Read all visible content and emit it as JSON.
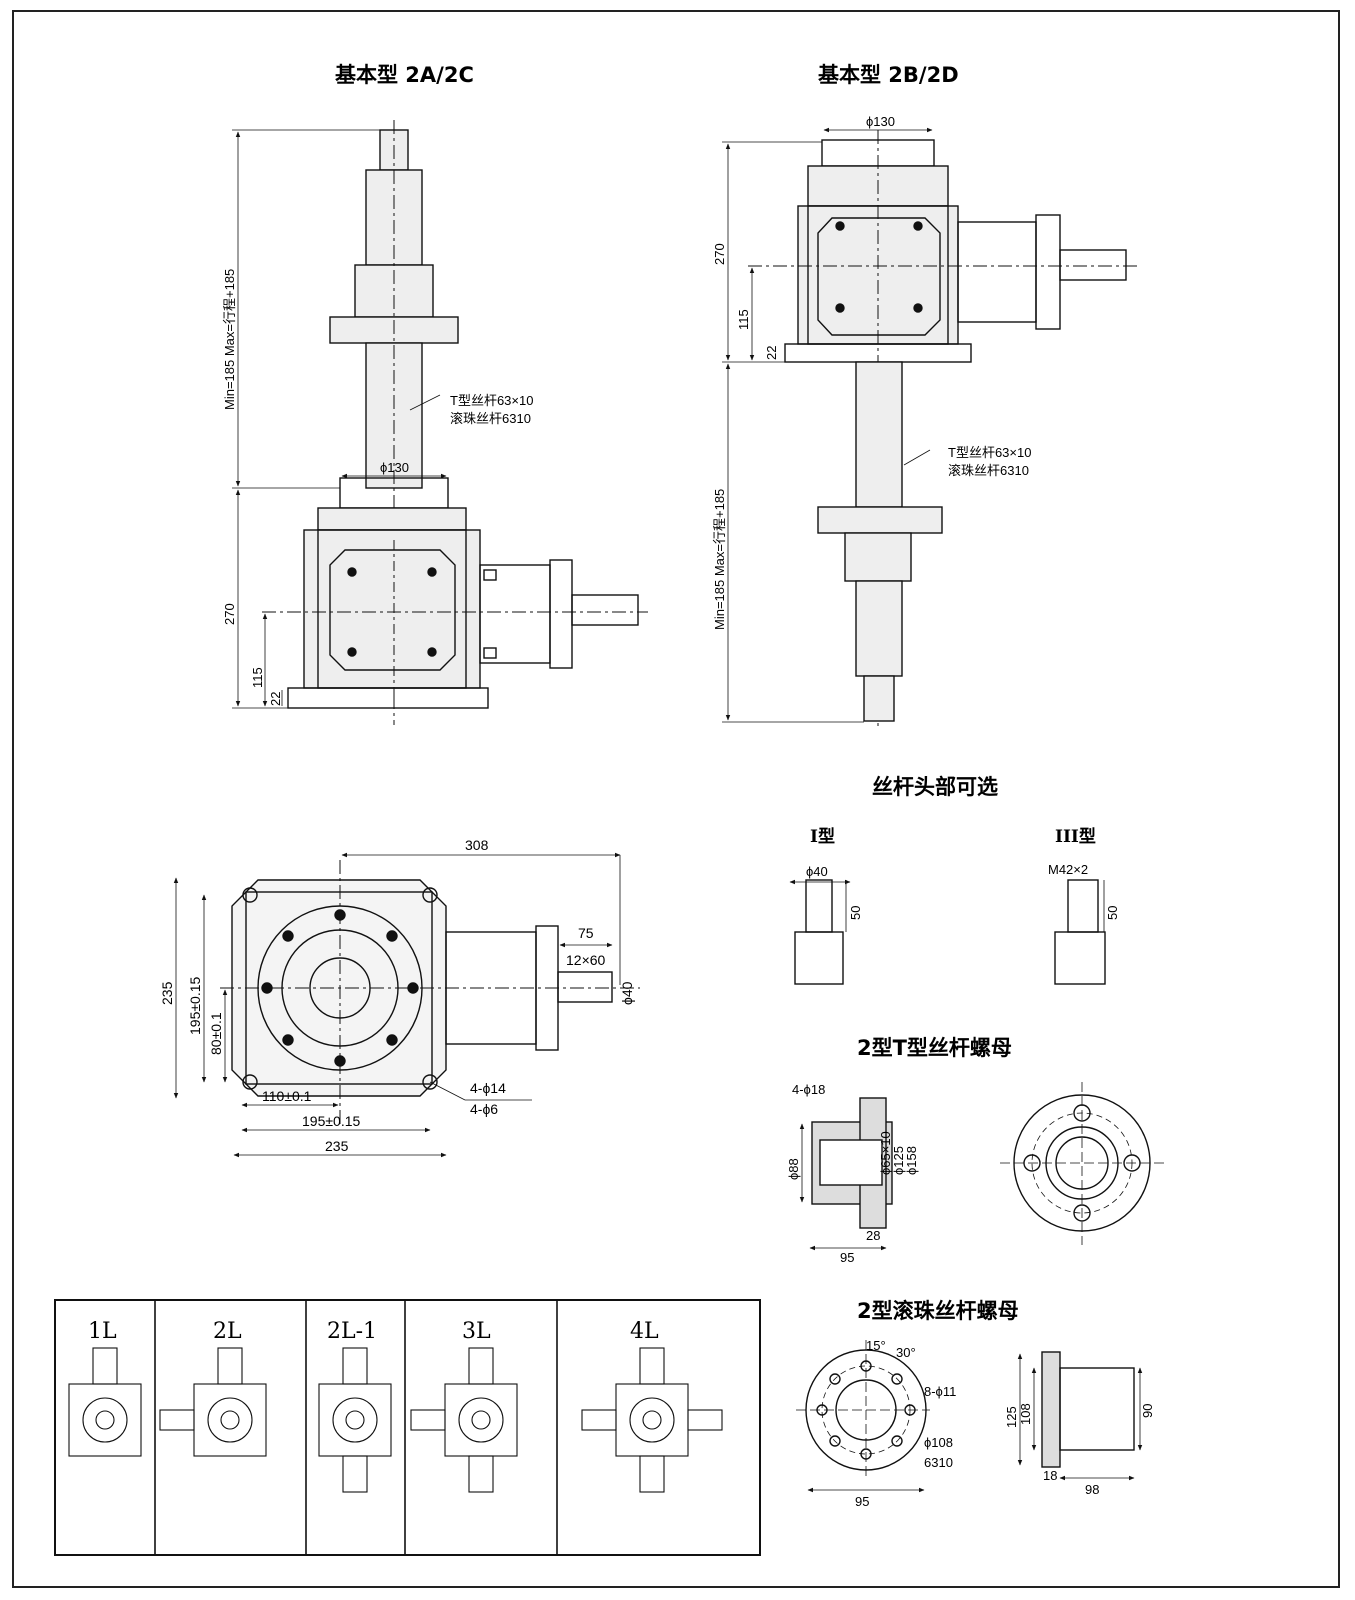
{
  "titles": {
    "left_view": "基本型 2A/2C",
    "right_view": "基本型 2B/2D",
    "screw_head": "丝杆头部可选",
    "t_nut": "2型T型丝杆螺母",
    "ball_nut": "2型滚珠丝杆螺母"
  },
  "screw_label": {
    "line1": "T型丝杆63×10",
    "line2": "滚珠丝杆6310"
  },
  "dims_main": {
    "travel": "Min=185  Max=行程+185",
    "height": "270",
    "center": "115",
    "base": "22",
    "dia": "ϕ130"
  },
  "dims_top": {
    "d308": "308",
    "d235v": "235",
    "d195v": "195±0.15",
    "d80": "80±0.1",
    "d75": "75",
    "key": "12×60",
    "shaft": "ϕ40",
    "d110": "110±0.1",
    "d195h": "195±0.15",
    "d235h": "235",
    "hole1": "4-ϕ14",
    "hole2": "4-ϕ6"
  },
  "screw_heads": {
    "type1": {
      "name": "I型",
      "dia": "ϕ40",
      "len": "50"
    },
    "type3": {
      "name": "III型",
      "thread": "M42×2",
      "len": "50"
    }
  },
  "t_nut_dims": {
    "holes": "4-ϕ18",
    "d88": "ϕ88",
    "d65": "ϕ65×10",
    "d125": "ϕ125",
    "d158": "ϕ158",
    "l95": "95",
    "l28": "28"
  },
  "ball_nut_dims": {
    "a15": "15°",
    "a30": "30°",
    "holes": "8-ϕ11",
    "d108": "ϕ108",
    "model": "6310",
    "w95": "95",
    "h125": "125",
    "h108": "108",
    "d90": "90",
    "f18": "18",
    "l98": "98"
  },
  "layouts": [
    "1L",
    "2L",
    "2L-1",
    "3L",
    "4L"
  ]
}
